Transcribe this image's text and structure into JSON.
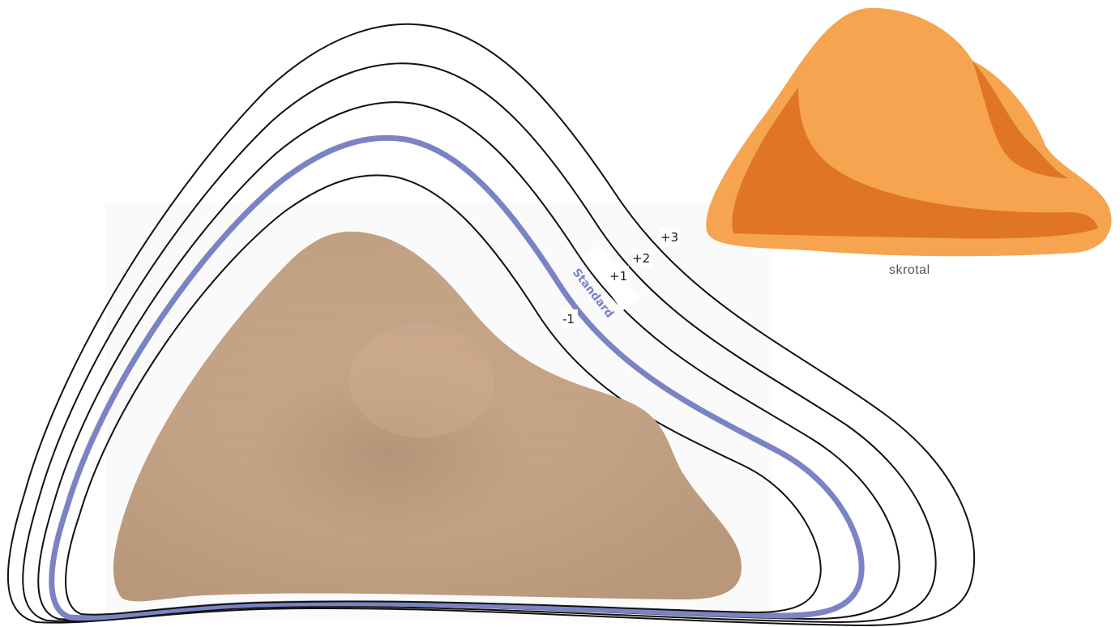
{
  "diagram": {
    "size_labels": {
      "plus3": "+3",
      "plus2": "+2",
      "plus1": "+1",
      "minus1": "-1"
    },
    "standard_label": "Standard",
    "inset_caption": "skrotal"
  },
  "colors": {
    "outline": "#111111",
    "standard_outline": "#7a84c4",
    "prosthesis": "#c9a98b",
    "inset_light": "#f6a44f",
    "inset_dark": "#e07526"
  },
  "icons": {
    "prosthesis": "breast-prosthesis-photo",
    "inset": "skrotal-shape-icon"
  }
}
